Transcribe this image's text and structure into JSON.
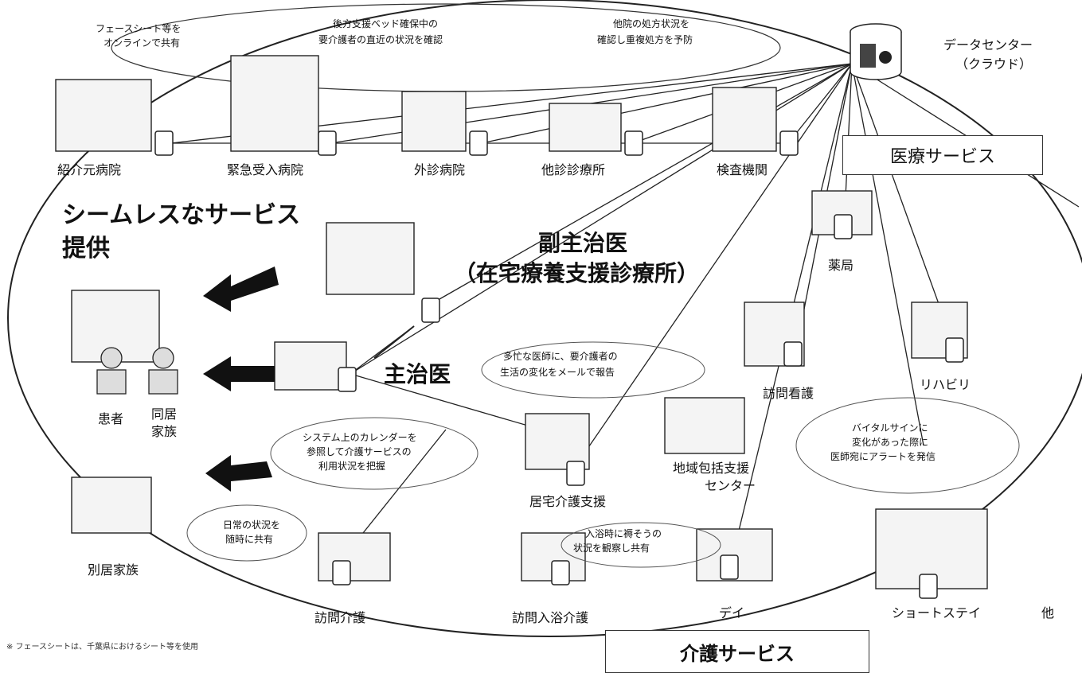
{
  "data_center": {
    "line1": "データセンター",
    "line2": "（クラウド）"
  },
  "top_bubbles": {
    "facesheet_l1": "フェースシート等を",
    "facesheet_l2": "オンラインで共有",
    "rear_support_l1": "後方支援ベッド確保中の",
    "rear_support_l2": "要介護者の直近の状況を確認",
    "other_rx_l1": "他院の処方状況を",
    "other_rx_l2": "確認し重複処方を予防"
  },
  "facilities": {
    "referral_hospital": "紹介元病院",
    "emergency_hospital": "緊急受入病院",
    "outside_hospital": "外診病院",
    "clinic": "他診診療所",
    "lab": "検査機関",
    "pharmacy": "薬局",
    "home_visit_nursing": "訪問看護",
    "rehab": "リハビリ",
    "community_center_l1": "地域包括支援",
    "community_center_l2": "センター",
    "home_care_support": "居宅介護支援",
    "home_visit_care": "訪問介護",
    "bath_care": "訪問入浴介護",
    "day": "デイ",
    "short_stay": "ショートステイ",
    "other": "他"
  },
  "people": {
    "patient": "患者",
    "family_l1": "同居",
    "family_l2": "家族",
    "separate_family": "別居家族"
  },
  "headings": {
    "medical_services": "医療サービス",
    "care_services": "介護サービス",
    "seamless_l1": "シームレスなサービス",
    "seamless_l2": "提供",
    "sub_physician_l1": "副主治医",
    "sub_physician_l2": "（在宅療養支援診療所）",
    "main_physician": "主治医"
  },
  "bubbles": {
    "email_l1": "多忙な医師に、要介護者の",
    "email_l2": "生活の変化をメールで報告",
    "calendar_l1": "システム上のカレンダーを",
    "calendar_l2": "参照して介護サービスの",
    "calendar_l3": "利用状況を把握",
    "daily_l1": "日常の状況を",
    "daily_l2": "随時に共有",
    "bath_l1": "入浴時に褥そうの",
    "bath_l2": "状況を観察し共有",
    "vital_l1": "バイタルサインに",
    "vital_l2": "変化があった際に",
    "vital_l3": "医師宛にアラートを発信"
  },
  "footnote": "※ フェースシートは、千葉県におけるシート等を使用"
}
